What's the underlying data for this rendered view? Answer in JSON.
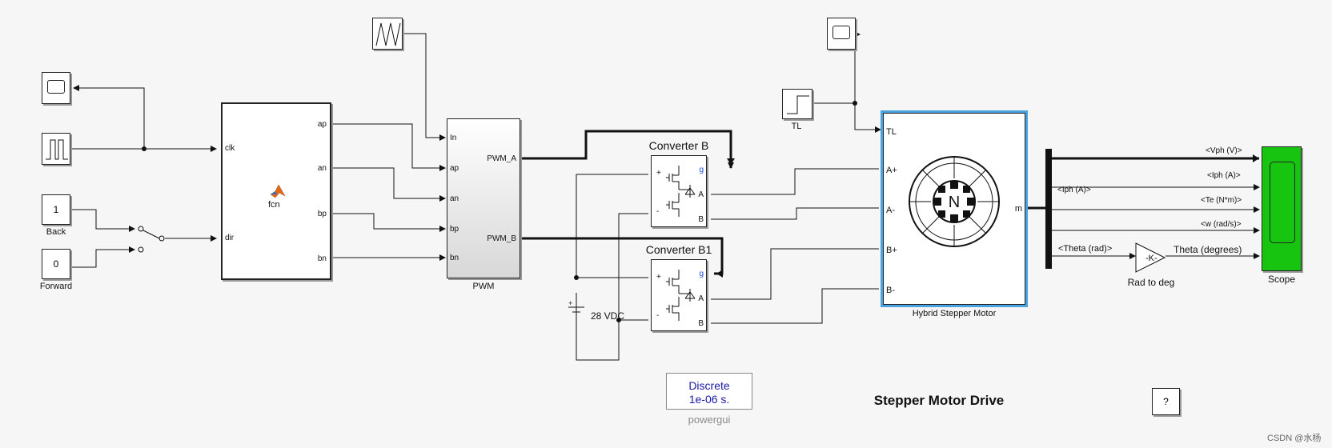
{
  "title": "Stepper Motor Drive",
  "blocks": {
    "const_back": {
      "value": "1",
      "label": "Back"
    },
    "const_forward": {
      "value": "0",
      "label": "Forward"
    },
    "fcn": {
      "label": "fcn",
      "inputs": [
        "clk",
        "dir"
      ],
      "outputs": [
        "ap",
        "an",
        "bp",
        "bn"
      ]
    },
    "pwm": {
      "label": "PWM",
      "inputs": [
        "In",
        "ap",
        "an",
        "bp",
        "bn"
      ],
      "outputs": [
        "PWM_A",
        "PWM_B"
      ]
    },
    "converter_b": {
      "label": "Converter B",
      "ports": [
        "+",
        "-",
        "g",
        "A",
        "B"
      ]
    },
    "converter_b1": {
      "label": "Converter B1",
      "ports": [
        "+",
        "-",
        "g",
        "A",
        "B"
      ]
    },
    "dc_source": {
      "label": "28 VDC",
      "polarity": "+"
    },
    "step": {
      "label": "TL"
    },
    "motor": {
      "label": "Hybrid Stepper Motor",
      "inputs": [
        "TL",
        "A+",
        "A-",
        "B+",
        "B-"
      ],
      "output": "m",
      "rotor_letter": "N"
    },
    "gain": {
      "value": "-K-",
      "label": "Rad to deg"
    },
    "scope": {
      "label": "Scope"
    },
    "powergui": {
      "line1": "Discrete",
      "line2": "1e-06 s.",
      "label": "powergui"
    },
    "help": {
      "label": "?"
    }
  },
  "signals": [
    "<Vph (V)>",
    "<Iph (A)>",
    "<Iph (A)>",
    "<Te (N*m)>",
    "<w (rad/s)>",
    "<Theta (rad)>",
    "Theta (degrees)"
  ],
  "watermark": "CSDN @水杨",
  "colors": {
    "scope_green": "#17c40f",
    "selection_blue": "#4aa3df",
    "powergui_text": "#1a1aa8",
    "port_g_blue": "#1a4fd6"
  }
}
